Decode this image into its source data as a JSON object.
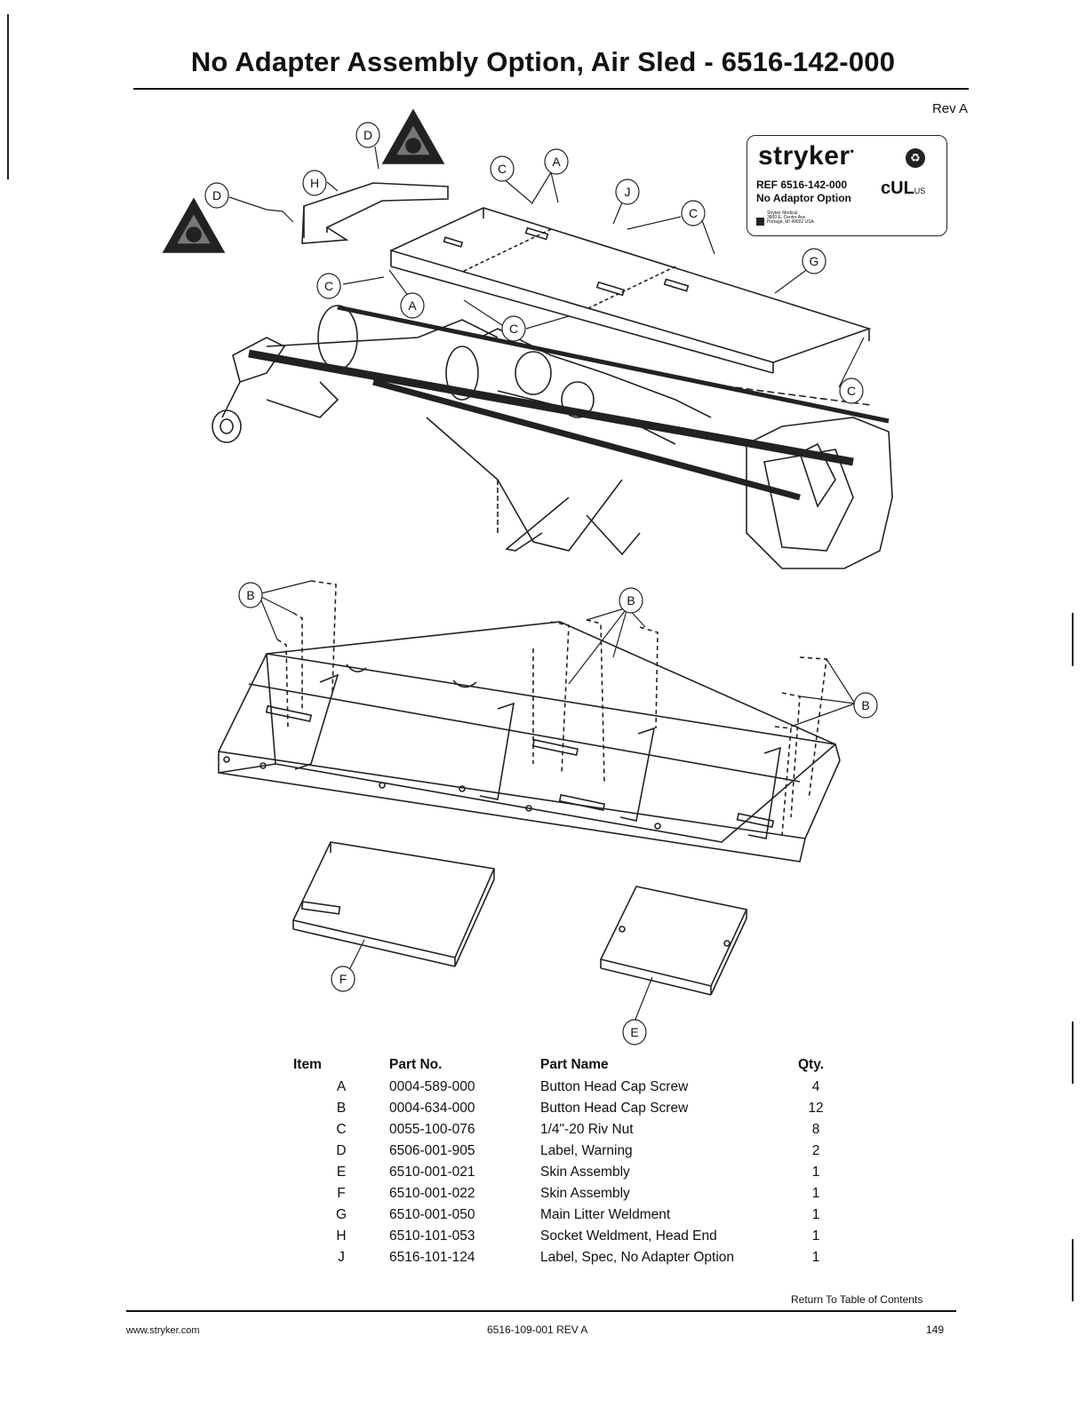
{
  "title": "No Adapter Assembly Option, Air Sled - 6516-142-000",
  "revision": "Rev A",
  "spec_label": {
    "brand": "stryker",
    "ref": "REF 6516-142-000",
    "option": "No Adaptor Option",
    "address_lines": [
      "Stryker Medical",
      "3800 E. Centre Ave.",
      "Portage, MI 49002 USA"
    ],
    "cert_mark": "c UL us"
  },
  "callouts": [
    "A",
    "B",
    "C",
    "D",
    "E",
    "F",
    "G",
    "H",
    "J"
  ],
  "table": {
    "headers": {
      "item": "Item",
      "part_no": "Part No.",
      "part_name": "Part Name",
      "qty": "Qty."
    },
    "rows": [
      {
        "item": "A",
        "part_no": "0004-589-000",
        "part_name": "Button Head Cap Screw",
        "qty": "4"
      },
      {
        "item": "B",
        "part_no": "0004-634-000",
        "part_name": "Button Head Cap Screw",
        "qty": "12"
      },
      {
        "item": "C",
        "part_no": "0055-100-076",
        "part_name": "1/4\"-20 Riv Nut",
        "qty": "8"
      },
      {
        "item": "D",
        "part_no": "6506-001-905",
        "part_name": "Label, Warning",
        "qty": "2"
      },
      {
        "item": "E",
        "part_no": "6510-001-021",
        "part_name": "Skin Assembly",
        "qty": "1"
      },
      {
        "item": "F",
        "part_no": "6510-001-022",
        "part_name": "Skin Assembly",
        "qty": "1"
      },
      {
        "item": "G",
        "part_no": "6510-001-050",
        "part_name": "Main Litter Weldment",
        "qty": "1"
      },
      {
        "item": "H",
        "part_no": "6510-101-053",
        "part_name": "Socket Weldment, Head End",
        "qty": "1"
      },
      {
        "item": "J",
        "part_no": "6516-101-124",
        "part_name": "Label, Spec, No Adapter Option",
        "qty": "1"
      }
    ]
  },
  "toc_link": "Return To Table of Contents",
  "footer": {
    "url": "www.stryker.com",
    "doc_number": "6516-109-001 REV A",
    "page_number": "149"
  }
}
